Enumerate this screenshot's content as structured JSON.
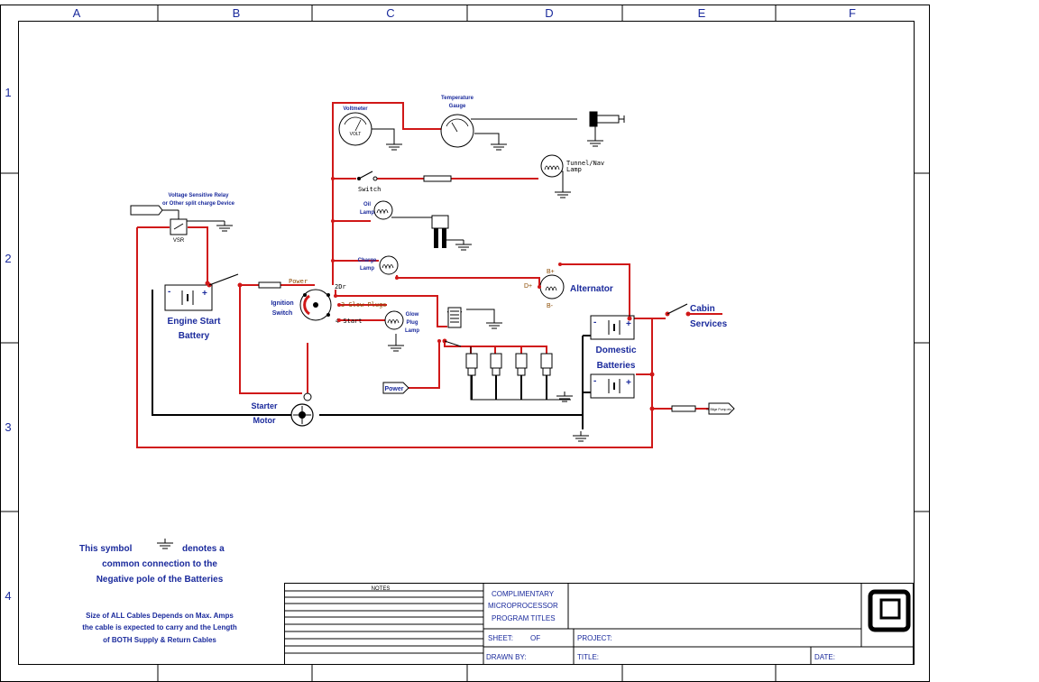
{
  "colors": {
    "frame": "#000000",
    "supply_wire": "#d01818",
    "return_wire": "#000000",
    "label_blue": "#1a2a9c",
    "brown_text": "#8a4a00"
  },
  "frame": {
    "columns": [
      "A",
      "B",
      "C",
      "D",
      "E",
      "F"
    ],
    "rows": [
      "1",
      "2",
      "3",
      "4"
    ]
  },
  "components": {
    "voltmeter": "Voltmeter",
    "voltmeter_volt": "VOLT",
    "temperature_gauge": "Temperature Gauge",
    "temperature_gauge_l1": "Temperature",
    "temperature_gauge_l2": "Gauge",
    "tunnel_lamp_l1": "Tunnel/Nav",
    "tunnel_lamp_l2": "Lamp",
    "switch": "Switch",
    "vsr_label_l1": "Voltage Sensitive Relay",
    "vsr_label_l2": "or Other split charge Device",
    "vsr_abbrev": "VSR",
    "oil_lamp_l1": "Oil",
    "oil_lamp_l2": "Lamp",
    "charge_lamp_l1": "Charge",
    "charge_lamp_l2": "Lamp",
    "alternator": "Alternator",
    "alt_b_plus": "B+",
    "alt_b_minus": "B-",
    "alt_d_plus": "D+",
    "engine_battery_l1": "Engine Start",
    "engine_battery_l2": "Battery",
    "ignition_l1": "Ignition",
    "ignition_l2": "Switch",
    "power_tag": "Power",
    "ign_2dr": "2Dr",
    "glow_plugs": "3 Glow Plugs",
    "start": "4 Start",
    "glow_lamp_l1": "Glow",
    "glow_lamp_l2": "Plug",
    "glow_lamp_l3": "Lamp",
    "starter_l1": "Starter",
    "starter_l2": "Motor",
    "domestic_l1": "Domestic",
    "domestic_l2": "Batteries",
    "cabin_l1": "Cabin",
    "cabin_l2": "Services",
    "power_box": "Power",
    "bilge_box": "To Bilge Pump etc",
    "pos_sign": "+",
    "neg_sign": "-"
  },
  "notes": {
    "symbol_prefix": "This symbol",
    "symbol_suffix": "denotes a",
    "symbol_line2": "common connection to the",
    "symbol_line3": "Negative pole of the Batteries",
    "cable_line1": "Size of ALL Cables Depends on Max. Amps",
    "cable_line2": "the cable is expected to carry and the Length",
    "cable_line3": "of BOTH Supply & Return Cables"
  },
  "title_block": {
    "notes_header": "NOTES",
    "company_l1": "COMPLIMENTARY",
    "company_l2": "MICROPROCESSOR",
    "company_l3": "PROGRAM TITLES",
    "sheet": "SHEET:",
    "of": "OF",
    "project": "PROJECT:",
    "drawn_by": "DRAWN BY:",
    "title": "TITLE:",
    "date": "DATE:"
  }
}
